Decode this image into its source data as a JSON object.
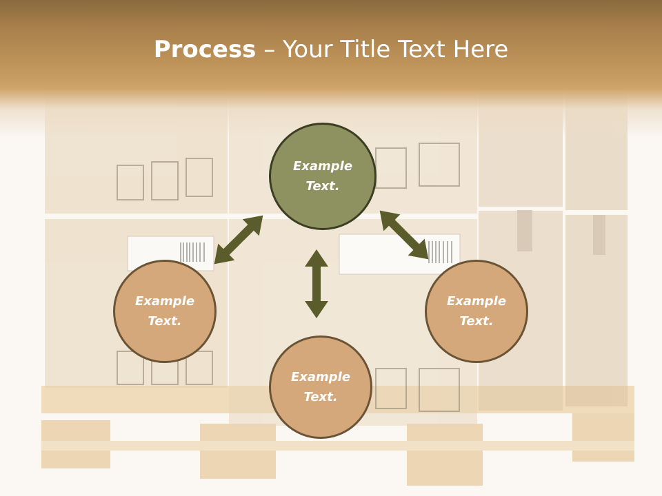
{
  "slide": {
    "title_bold": "Process",
    "title_rest": " – Your Title Text Here"
  },
  "colors": {
    "header": "#c69a60",
    "center_circle": "#8e9160",
    "satellite_circle": "#d4a87a",
    "arrow": "#5b5c2c"
  },
  "circles": [
    {
      "line1": "Example",
      "line2": "Text."
    },
    {
      "line1": "Example",
      "line2": "Text."
    },
    {
      "line1": "Example",
      "line2": "Text."
    },
    {
      "line1": "Example",
      "line2": "Text."
    }
  ]
}
